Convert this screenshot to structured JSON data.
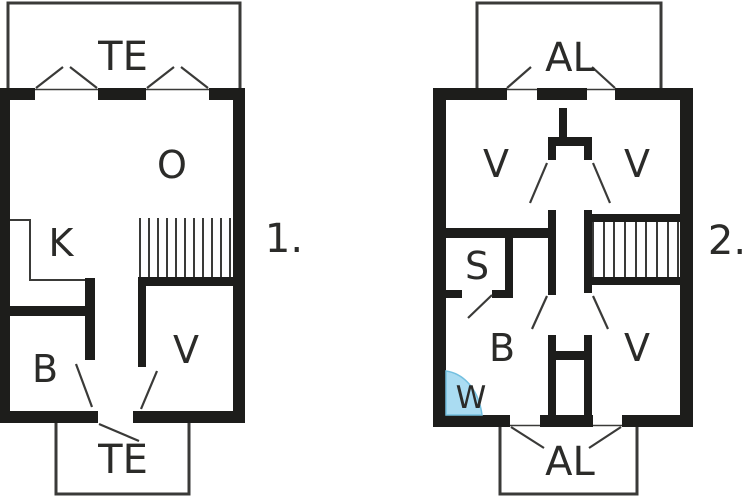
{
  "plans": [
    {
      "number": "1.",
      "rooms": {
        "terrace_top": "TE",
        "living": "O",
        "kitchen": "K",
        "bath": "B",
        "bedroom": "V",
        "terrace_bottom": "TE"
      }
    },
    {
      "number": "2.",
      "rooms": {
        "balcony_top": "AL",
        "bedroom_left": "V",
        "bedroom_right": "V",
        "sauna": "S",
        "bath": "B",
        "shower": "W",
        "bedroom_lower": "V",
        "balcony_bottom": "AL"
      }
    }
  ],
  "colors": {
    "wall": "#1d1d1b",
    "thin_line": "#3a3a38",
    "shower_fill": "#aadcf2",
    "shower_stroke": "#74c0e0",
    "label": "#2b2b29",
    "background": "#ffffff"
  }
}
